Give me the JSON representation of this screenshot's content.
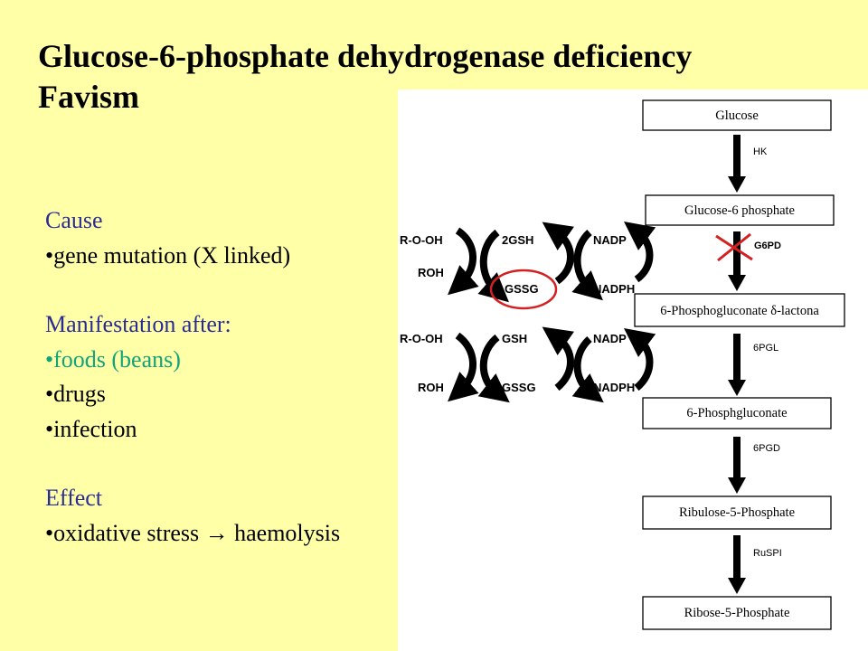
{
  "title": {
    "line1": "Glucose-6-phosphate dehydrogenase deficiency",
    "line2": "Favism"
  },
  "cause": {
    "heading": "Cause",
    "items": [
      "•gene mutation (X linked)"
    ]
  },
  "manifestation": {
    "heading": "Manifestation after:",
    "items": [
      "•foods (beans)",
      "•drugs",
      "•infection"
    ]
  },
  "effect": {
    "heading": "Effect",
    "item": "•oxidative stress → haemolysis"
  },
  "pathway": {
    "boxes": [
      "Glucose",
      "Glucose-6 phosphate",
      "6-Phosphogluconate δ-lactona",
      "6-Phosphgluconate",
      "Ribulose-5-Phosphate",
      "Ribose-5-Phosphate"
    ],
    "enzymes": [
      "HK",
      "G6PD",
      "6PGL",
      "6PGD",
      "RuSPI"
    ],
    "blocked_enzyme": "G6PD"
  },
  "redox_cycle_1": {
    "peroxide": "R-O-OH",
    "alcohol": "ROH",
    "reduced_glutathione": "2GSH",
    "oxidized_glutathione": "GSSG",
    "nadp": "NADP",
    "nadph": "NADPH"
  },
  "redox_cycle_2": {
    "peroxide": "R-O-OH",
    "alcohol": "ROH",
    "reduced_glutathione": "GSH",
    "oxidized_glutathione": "GSSG",
    "nadp": "NADP",
    "nadph": "NADPH"
  },
  "colors": {
    "background": "#ffffa8",
    "heading_text": "#2b2b96",
    "highlight_text": "#12a37a",
    "block_mark": "#d42020"
  }
}
